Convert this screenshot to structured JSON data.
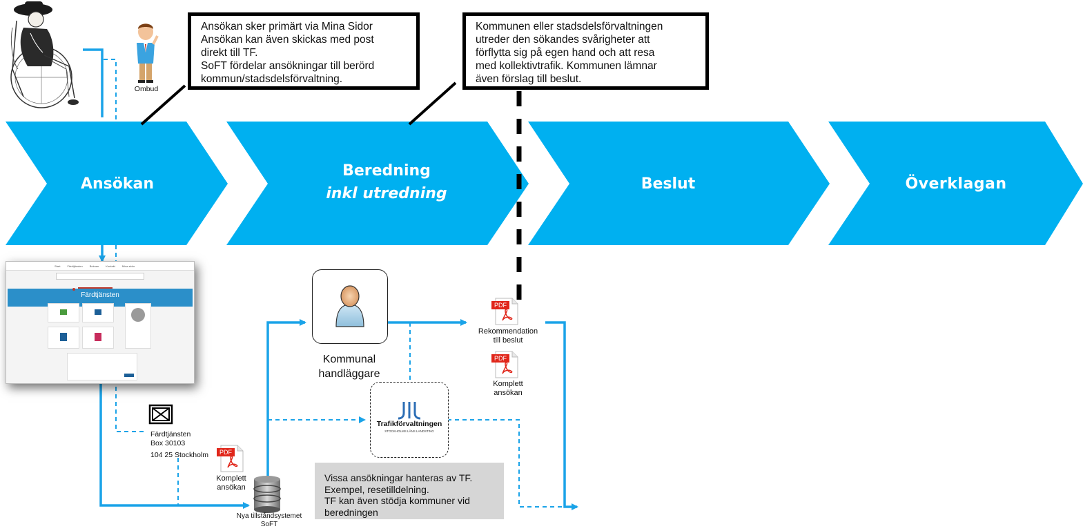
{
  "stages": [
    {
      "label": "Ansökan",
      "sublabel": ""
    },
    {
      "label": "Beredning",
      "sublabel": "inkl utredning"
    },
    {
      "label": "Beslut",
      "sublabel": ""
    },
    {
      "label": "Överklagan",
      "sublabel": ""
    }
  ],
  "callouts": {
    "application": "Ansökan sker primärt via Mina Sidor\nAnsökan kan även skickas med post\ndirekt till TF.\nSoFT fördelar ansökningar till berörd\nkommun/stadsdelsförvaltning.",
    "investigation": "Kommunen eller stadsdelsförvaltningen\nutreder den sökandes svårigheter att\nförflytta sig på egen hand och att resa\nmed kollektivtrafik. Kommunen lämnar\näven förslag till beslut."
  },
  "labels": {
    "ombud": "Ombud",
    "post_address": "Färdtjänsten\nBox 30103",
    "post_city": "104 25 Stockholm",
    "complete_app_left": "Komplett\nansökan",
    "soft_system": "Nya tillståndsystemet\nSoFT",
    "handler": "Kommunal\nhandläggare",
    "recommendation": "Rekommendation\ntill beslut",
    "complete_app_right": "Komplett\nansökan",
    "tf_note": "Vissa ansökningar hanteras av TF.\nExempel, resetilldelning.\nTF kan även stödja kommuner vid\nberedningen",
    "tf_logo": "Trafikförvaltningen",
    "tf_logo_sub": "STOCKHOLMS LÄNS LANDSTING",
    "pdf": "PDF"
  },
  "website": {
    "title": "Färdtjänsten",
    "nav": [
      "Start",
      "Färdtjänsten",
      "Boknan",
      "Kontakt",
      "Mina sidor"
    ]
  },
  "colors": {
    "chevron": "#00b0f0",
    "flow": "#1aa3e8",
    "pdf_red": "#e0261a"
  }
}
